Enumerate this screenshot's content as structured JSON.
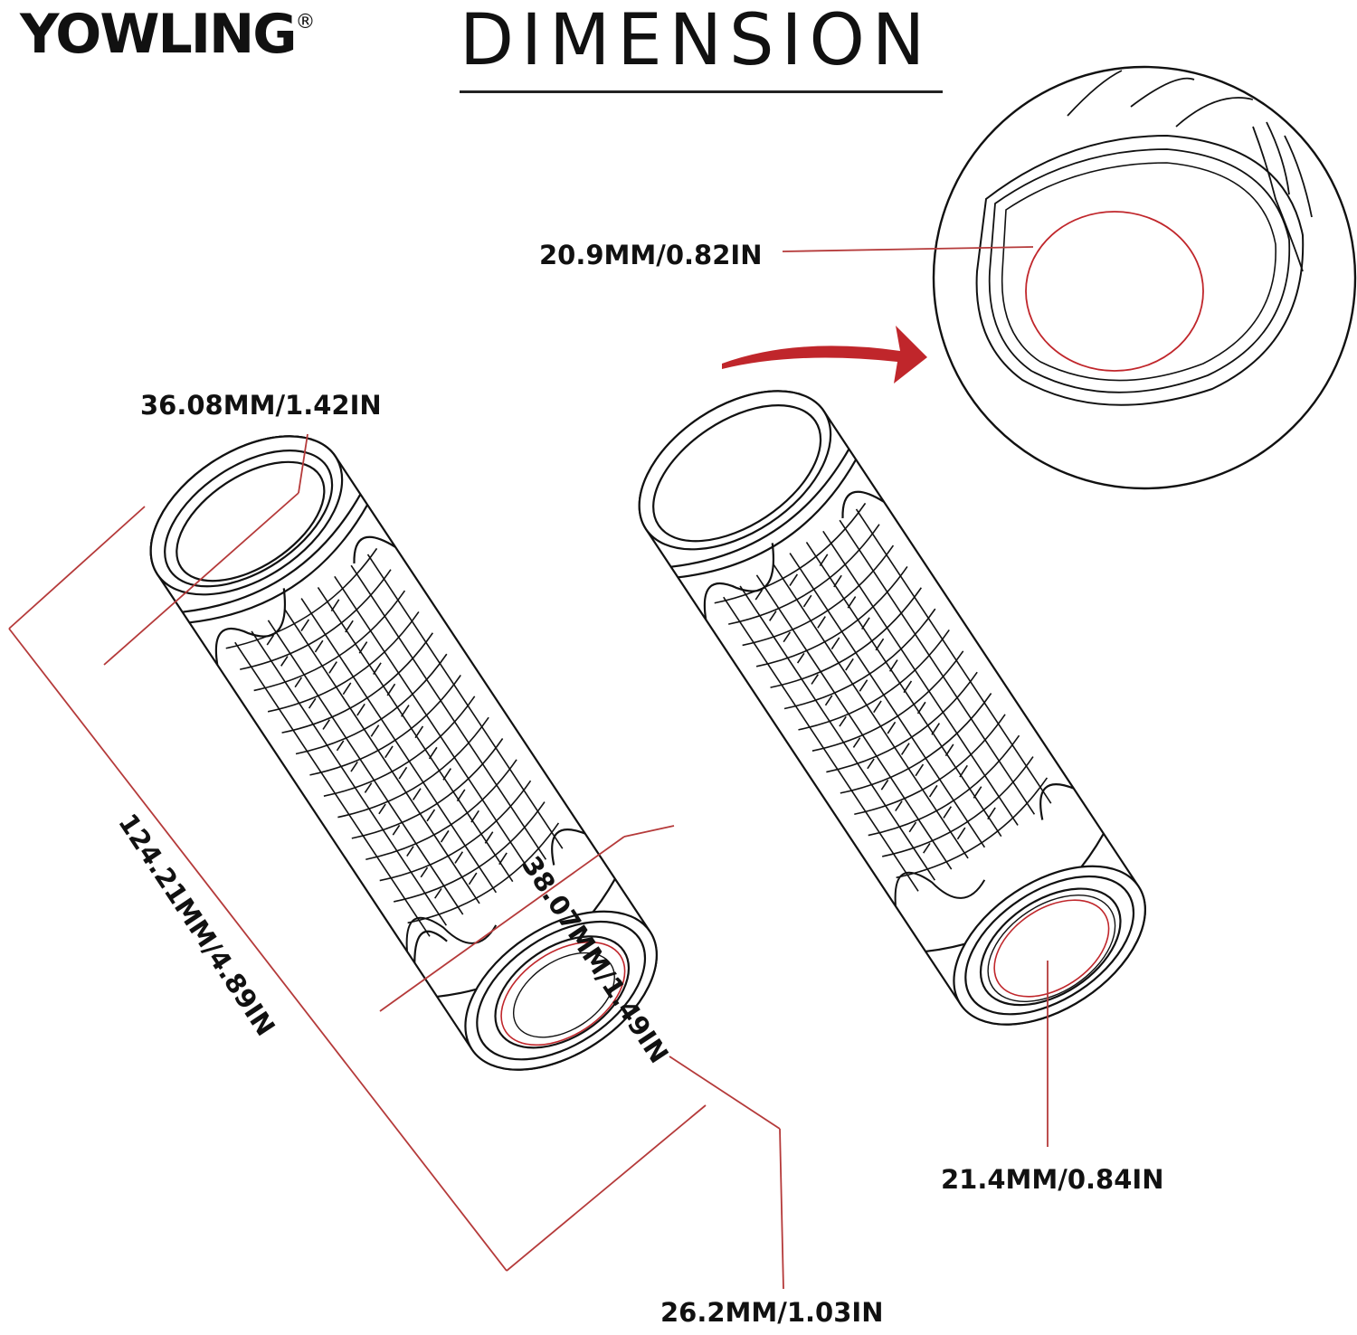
{
  "brand": {
    "name": "YOWLING",
    "mark": "®"
  },
  "title": "DIMENSION",
  "colors": {
    "line": "#111111",
    "accent": "#c0262b",
    "measure": "#b53a3a"
  },
  "dimensions": {
    "outer_end_diameter": "36.08MM/1.42IN",
    "length": "124.21MM/4.89IN",
    "body_diameter": "38.07MM/1.49IN",
    "inner_diameter_open_end": "26.2MM/1.03IN",
    "inner_diameter_closed_end": "20.9MM/0.82IN",
    "inner_diameter_right_grip": "21.4MM/0.84IN"
  }
}
